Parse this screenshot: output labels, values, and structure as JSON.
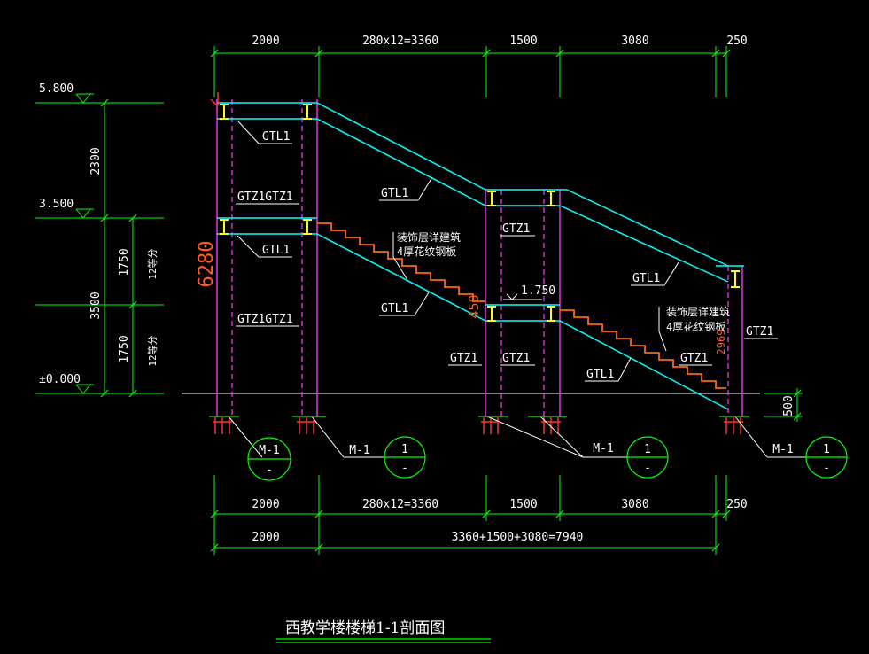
{
  "dims_top": [
    "2000",
    "280x12=3360",
    "1500",
    "3080",
    "250"
  ],
  "dims_bottom": [
    "2000",
    "280x12=3360",
    "1500",
    "3080",
    "250"
  ],
  "dims_total": [
    "2000",
    "3360+1500+3080=7940"
  ],
  "elevations": [
    "5.800",
    "3.500",
    "±0.000"
  ],
  "left_dims": {
    "upper": "2300",
    "lower": "3500",
    "seg1": "1750",
    "seg2": "1750",
    "step1": "12等分",
    "step2": "12等分"
  },
  "height_6280": "6280",
  "height_450": "450",
  "height_2969": "2969",
  "height_500": "500",
  "mid_level": "1.750",
  "labels": {
    "gtl1": "GTL1",
    "gtz1": "GTZ1",
    "gtz1_pair": "GTZ1GTZ1",
    "finish_note_1": "装饰层详建筑",
    "finish_note_2": "4厚花纹钢板"
  },
  "footing": {
    "tag": "M-1",
    "num": "1",
    "sub": "-"
  },
  "title": "西教学楼楼梯1-1剖面图",
  "colors": {
    "dimension": "#00ff00",
    "column": "#ff40ff",
    "beam": "#00ffff",
    "stair": "#ff6a00",
    "text": "#ffffff"
  }
}
